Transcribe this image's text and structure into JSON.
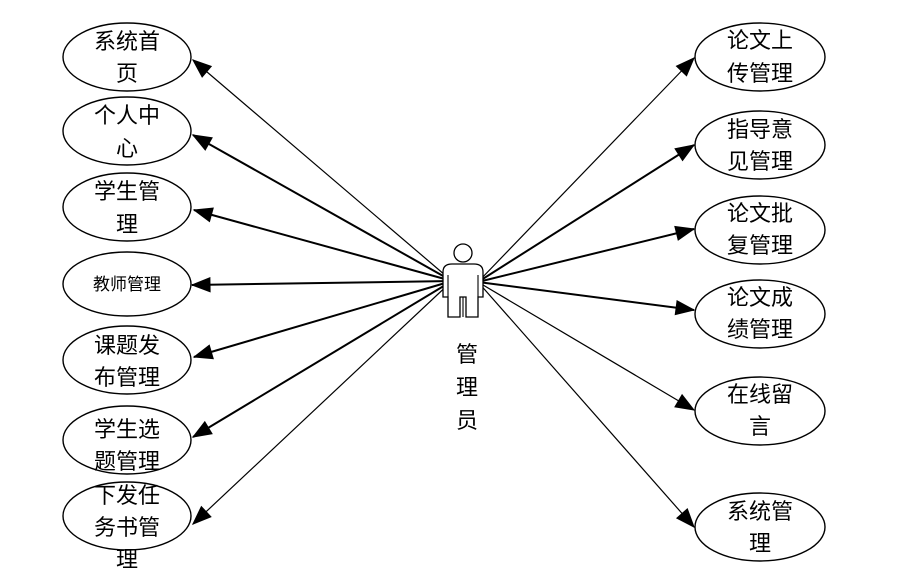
{
  "actor": {
    "label": "管理员",
    "label_lines": [
      "管",
      "理",
      "员"
    ]
  },
  "left_use_cases": [
    {
      "lines": [
        "系统首",
        "页"
      ]
    },
    {
      "lines": [
        "个人中",
        "心"
      ]
    },
    {
      "lines": [
        "学生管",
        "理"
      ]
    },
    {
      "lines": [
        "教师管理"
      ]
    },
    {
      "lines": [
        "课题发",
        "布管理"
      ]
    },
    {
      "lines": [
        "学生选",
        "题管理"
      ]
    },
    {
      "lines": [
        "下发任",
        "务书管",
        "理"
      ]
    }
  ],
  "right_use_cases": [
    {
      "lines": [
        "论文上",
        "传管理"
      ]
    },
    {
      "lines": [
        "指导意",
        "见管理"
      ]
    },
    {
      "lines": [
        "论文批",
        "复管理"
      ]
    },
    {
      "lines": [
        "论文成",
        "绩管理"
      ]
    },
    {
      "lines": [
        "在线留",
        "言"
      ]
    },
    {
      "lines": [
        "系统管",
        "理"
      ]
    }
  ]
}
